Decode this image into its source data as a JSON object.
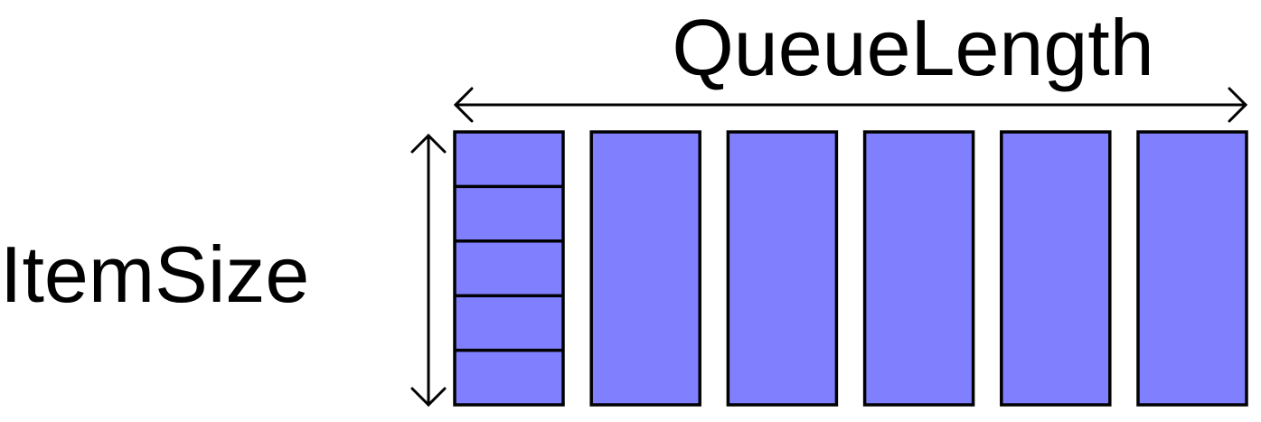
{
  "labels": {
    "queue_length": "QueueLength",
    "item_size": "ItemSize"
  },
  "queue": {
    "slot_count": 6,
    "first_slot_segments": 5
  },
  "colors": {
    "slot_fill": "#8080ff",
    "stroke": "#000000",
    "background": "#ffffff"
  }
}
